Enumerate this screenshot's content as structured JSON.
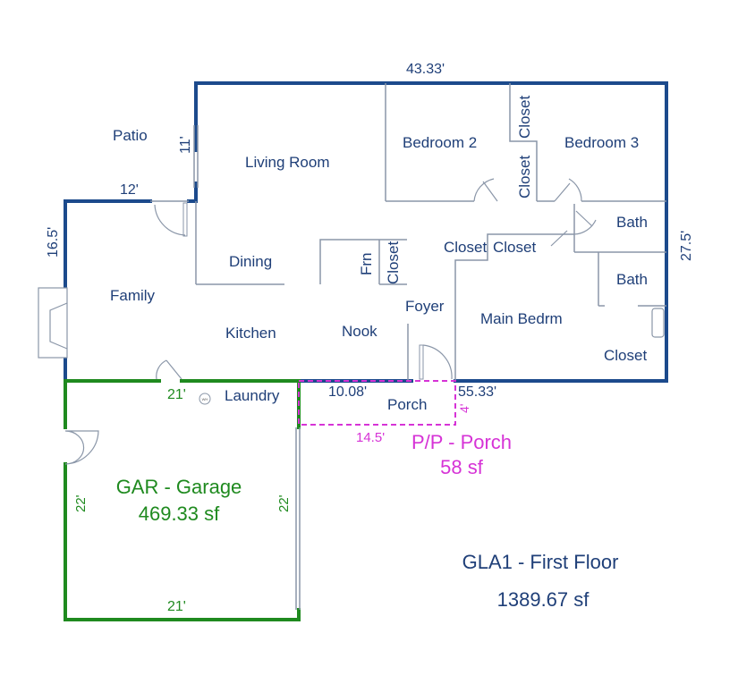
{
  "plan": {
    "rooms": {
      "patio": "Patio",
      "living_room": "Living Room",
      "bedroom_2": "Bedroom 2",
      "bedroom_3": "Bedroom 3",
      "closet_upper": "Closet",
      "closet_lower": "Closet",
      "bath_1": "Bath",
      "bath_2": "Bath",
      "dining": "Dining",
      "frn": "Frn",
      "closet_frn": "Closet",
      "closet_hall_1": "Closet",
      "closet_hall_2": "Closet",
      "family": "Family",
      "kitchen": "Kitchen",
      "nook": "Nook",
      "foyer": "Foyer",
      "main_bedroom": "Main Bedrm",
      "closet_main": "Closet",
      "laundry": "Laundry",
      "porch": "Porch"
    },
    "dimensions": {
      "top": "43.33'",
      "patio_side": "11'",
      "patio_top": "12'",
      "left": "16.5'",
      "right": "27.5'",
      "garage_top": "21'",
      "garage_bottom": "21'",
      "garage_left": "22'",
      "garage_right": "22'",
      "porch_top": "10.08'",
      "porch_bottom": "14.5'",
      "porch_side": "4'",
      "house_bottom": "55.33'"
    },
    "appliance_icon_label": "WH",
    "areas": {
      "garage": {
        "name": "GAR - Garage",
        "size": "469.33 sf"
      },
      "porch": {
        "name": "P/P - Porch",
        "size": "58 sf"
      },
      "gla": {
        "name": "GLA1 - First Floor",
        "size": "1389.67 sf"
      }
    },
    "colors": {
      "main_wall": "#1c4a8c",
      "garage": "#1f8a1f",
      "porch": "#d633d6",
      "label": "#1f3f78"
    }
  }
}
